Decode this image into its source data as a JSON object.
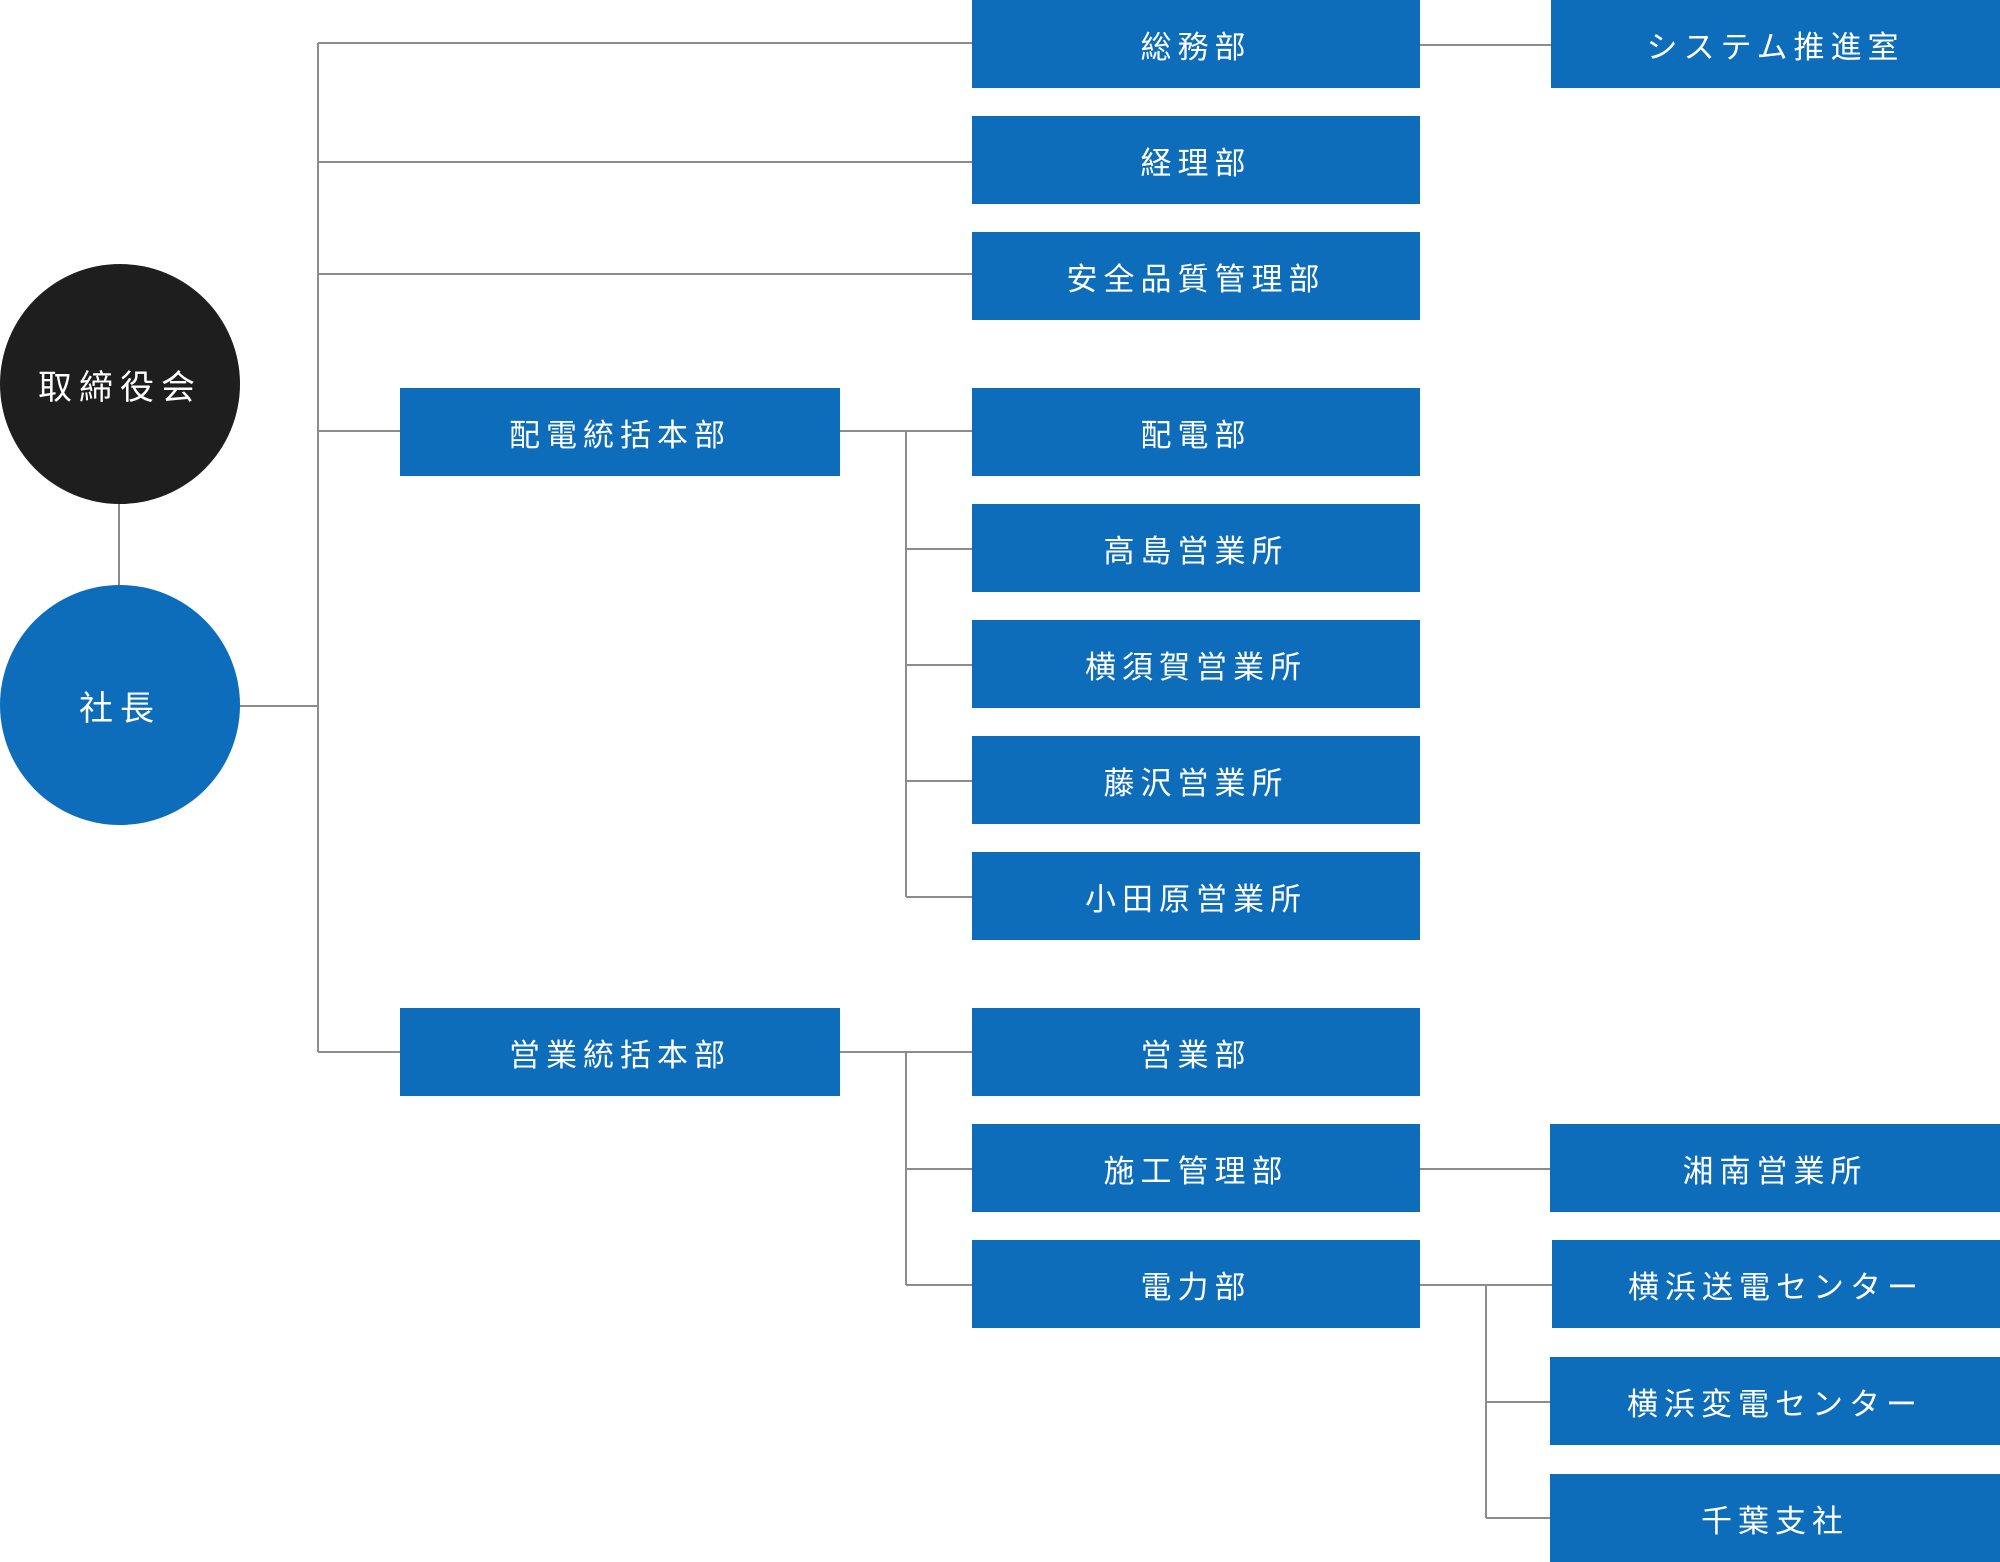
{
  "board": {
    "label": "取締役会",
    "color": "#1e1e1e"
  },
  "president": {
    "label": "社長",
    "color": "#0e6dba"
  },
  "departments": {
    "somu": "総務部",
    "system": "システム推進室",
    "keiri": "経理部",
    "anzen": "安全品質管理部",
    "haiden_hq": "配電統括本部",
    "haiden": "配電部",
    "takashima": "高島営業所",
    "yokosuka": "横須賀営業所",
    "fujisawa": "藤沢営業所",
    "odawara": "小田原営業所",
    "eigyo_hq": "営業統括本部",
    "eigyo": "営業部",
    "seko": "施工管理部",
    "shonan": "湘南営業所",
    "denryoku": "電力部",
    "yokohama_soden": "横浜送電センター",
    "yokohama_henden": "横浜変電センター",
    "chiba": "千葉支社"
  },
  "colors": {
    "box": "#0e6dba",
    "line": "#8c8c8c",
    "text": "#ffffff"
  }
}
